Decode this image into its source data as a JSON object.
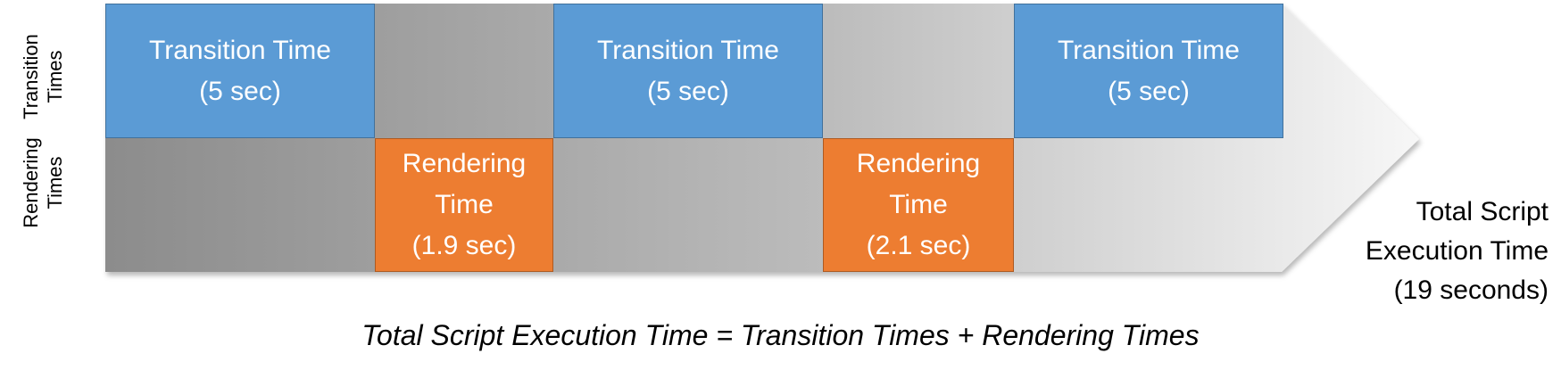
{
  "row_labels": {
    "transition": [
      "Transition",
      "Times"
    ],
    "rendering": [
      "Rendering",
      "Times"
    ]
  },
  "transition_blocks": [
    {
      "line1": "Transition Time",
      "line2": "(5 sec)"
    },
    {
      "line1": "Transition Time",
      "line2": "(5 sec)"
    },
    {
      "line1": "Transition Time",
      "line2": "(5 sec)"
    }
  ],
  "rendering_blocks": [
    {
      "line1": "Rendering",
      "line2": "Time",
      "line3": "(1.9 sec)"
    },
    {
      "line1": "Rendering",
      "line2": "Time",
      "line3": "(2.1 sec)"
    }
  ],
  "total": {
    "line1": "Total Script",
    "line2": "Execution Time",
    "line3": "(19 seconds)"
  },
  "formula": "Total Script Execution Time = Transition Times + Rendering Times",
  "colors": {
    "transition": "#5b9bd5",
    "rendering": "#ed7d31",
    "arrow_dark": "#8c8c8c",
    "arrow_light": "#f2f2f2"
  }
}
